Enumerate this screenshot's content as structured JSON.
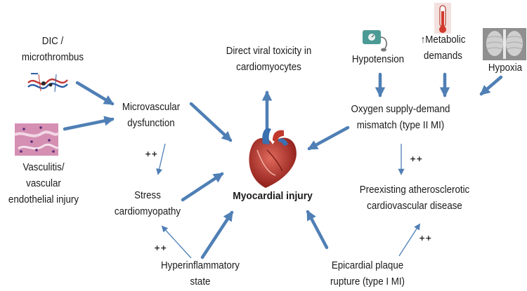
{
  "nodes": {
    "dic": "DIC /\nmicrothrombus",
    "vasculitis": "Vasculitis/\nvascular\nendothelial injury",
    "microvascular": "Microvascular\ndysfunction",
    "stress": "Stress\ncardiomyopathy",
    "hyperinflammatory": "Hyperinflammatory\nstate",
    "direct_viral": "Direct viral toxicity in\ncardiomyocytes",
    "hypotension": "Hypotension",
    "metabolic": "↑Metabolic\ndemands",
    "hypoxia": "Hypoxia",
    "oxygen": "Oxygen supply-demand\nmismatch (type II MI)",
    "preexisting": "Preexisting atherosclerotic\ncardiovascular disease",
    "epicardial": "Epicardial plaque\nrupture (type I MI)",
    "center": "Myocardial injury"
  },
  "amplify_marker": "++",
  "colors": {
    "arrow": "#4f7fb5",
    "heart_red": "#c0392b",
    "heart_blue": "#3a6fb0"
  },
  "icons": [
    "dic-microthrombus-image",
    "vasculitis-histology-image",
    "blood-pressure-cuff-icon",
    "thermometer-icon",
    "chest-xray-image",
    "heart-icon"
  ]
}
